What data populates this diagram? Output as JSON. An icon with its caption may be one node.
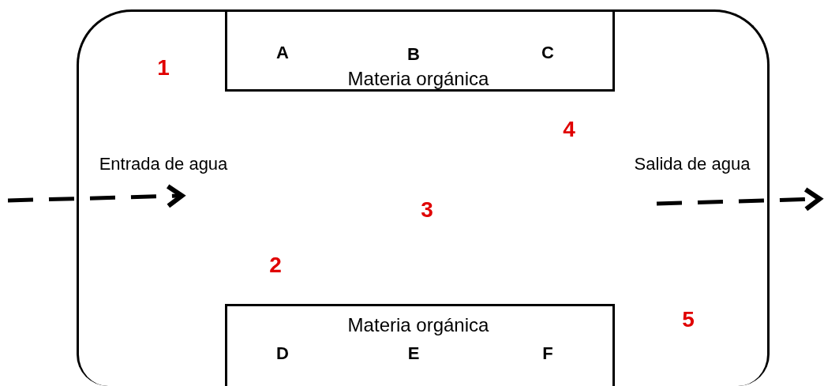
{
  "diagram": {
    "nodes": [
      {
        "text": [],
        "shape": "box"
      },
      {
        "text": [
          "A",
          "B",
          "C",
          "Materia orgánica"
        ],
        "in": 0
      },
      {
        "text": [
          "Materia orgánica",
          "D",
          "E",
          "F"
        ],
        "in": 0
      }
    ],
    "labels": [
      "1",
      "4",
      "Entrada de agua",
      "Salida de agua",
      "3",
      "2",
      "5"
    ]
  }
}
